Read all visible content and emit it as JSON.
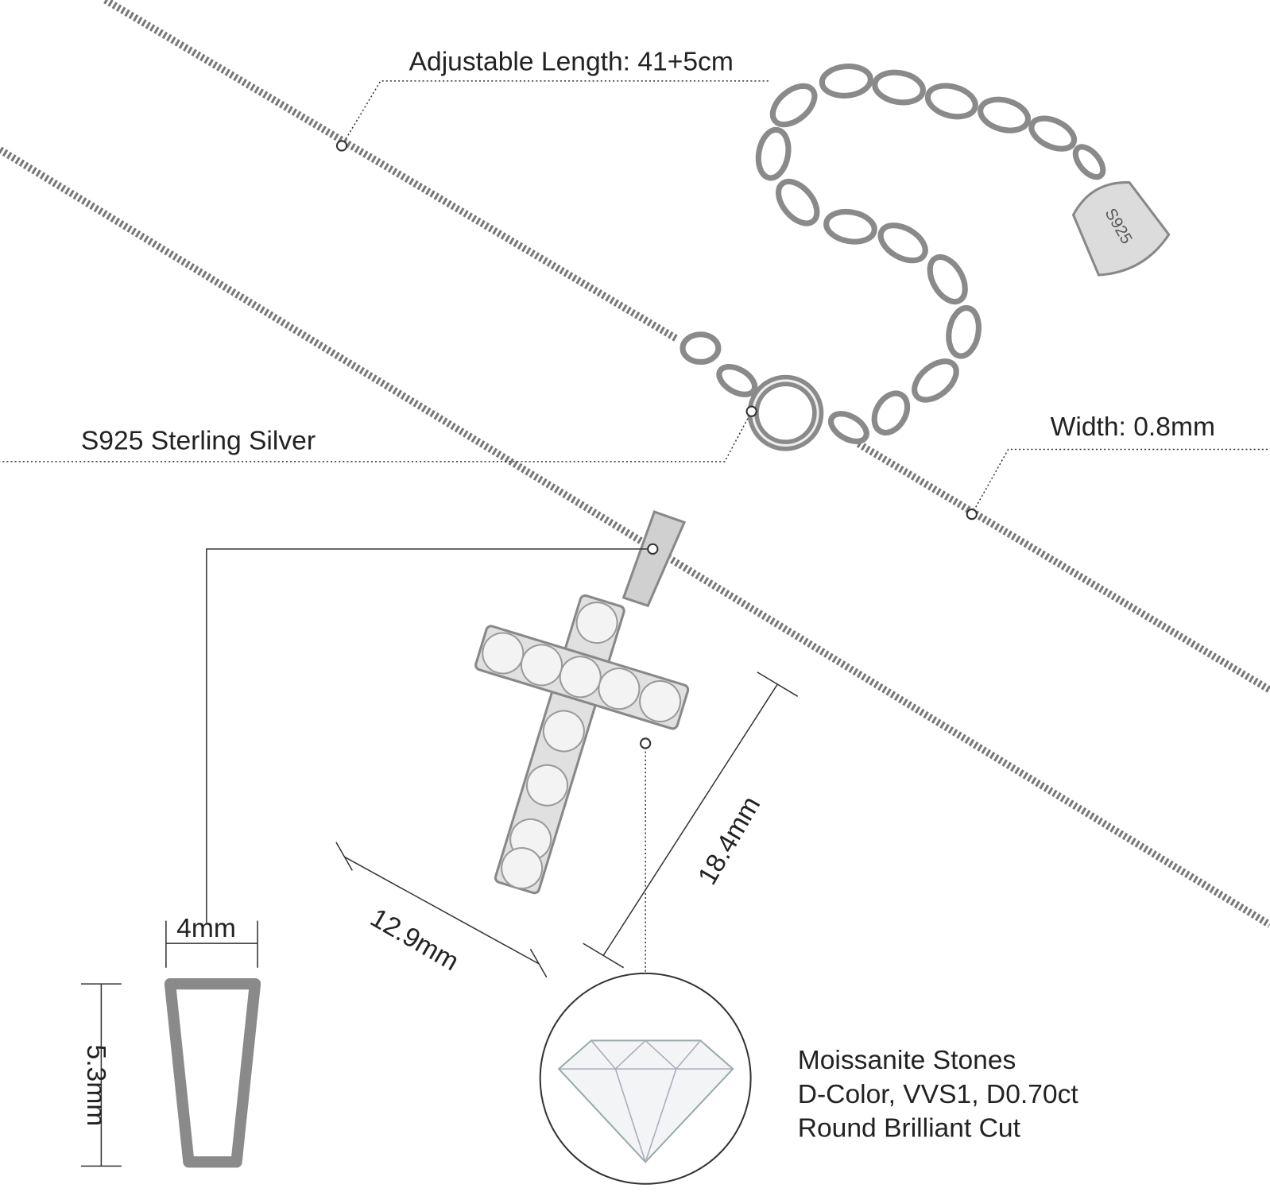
{
  "labels": {
    "length": "Adjustable Length:  41+5cm",
    "material": "S925 Sterling Silver",
    "width": "Width: 0.8mm",
    "bail_width": "4mm",
    "bail_height": "5.3mm",
    "cross_width": "12.9mm",
    "cross_height": "18.4mm",
    "tag_stamp": "S925"
  },
  "stone_info": {
    "line1": "Moissanite Stones",
    "line2": "D-Color, VVS1, D0.70ct",
    "line3": "Round Brilliant Cut"
  },
  "colors": {
    "silver": "#8a8a8a",
    "text": "#222222"
  }
}
